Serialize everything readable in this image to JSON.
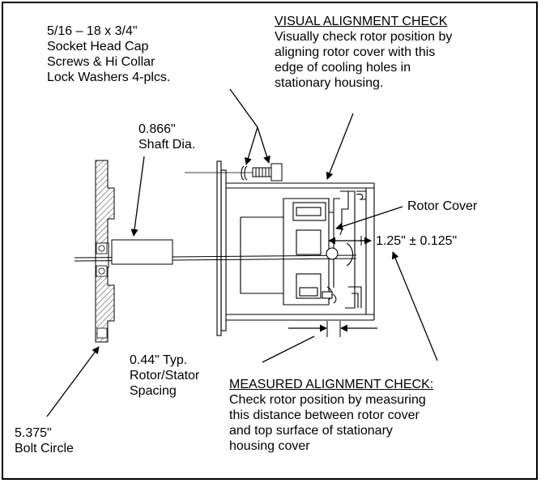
{
  "screws": {
    "line1": "5/16 – 18 x 3/4\"",
    "line2": "Socket Head Cap",
    "line3": "Screws & Hi Collar",
    "line4": "Lock Washers 4-plcs."
  },
  "visual_check": {
    "title": "VISUAL ALIGNMENT CHECK",
    "line1": "Visually check rotor position by",
    "line2": "aligning rotor cover with this",
    "line3": "edge of cooling holes in",
    "line4": "stationary housing."
  },
  "shaft": {
    "line1": "0.866\"",
    "line2": "Shaft Dia."
  },
  "rotor_cover": {
    "label": "Rotor Cover"
  },
  "distance": {
    "label": "1.25\" ± 0.125\""
  },
  "spacing": {
    "line1": "0.44\" Typ.",
    "line2": "Rotor/Stator",
    "line3": "Spacing"
  },
  "measured_check": {
    "title": "MEASURED ALIGNMENT CHECK:",
    "line1": "Check rotor position by measuring",
    "line2": "this distance between rotor cover",
    "line3": "and top surface of stationary",
    "line4": "housing cover"
  },
  "bolt_circle": {
    "line1": "5.375\"",
    "line2": "Bolt Circle"
  },
  "colors": {
    "line": "#000000",
    "hatch": "#555555",
    "background": "#ffffff"
  }
}
